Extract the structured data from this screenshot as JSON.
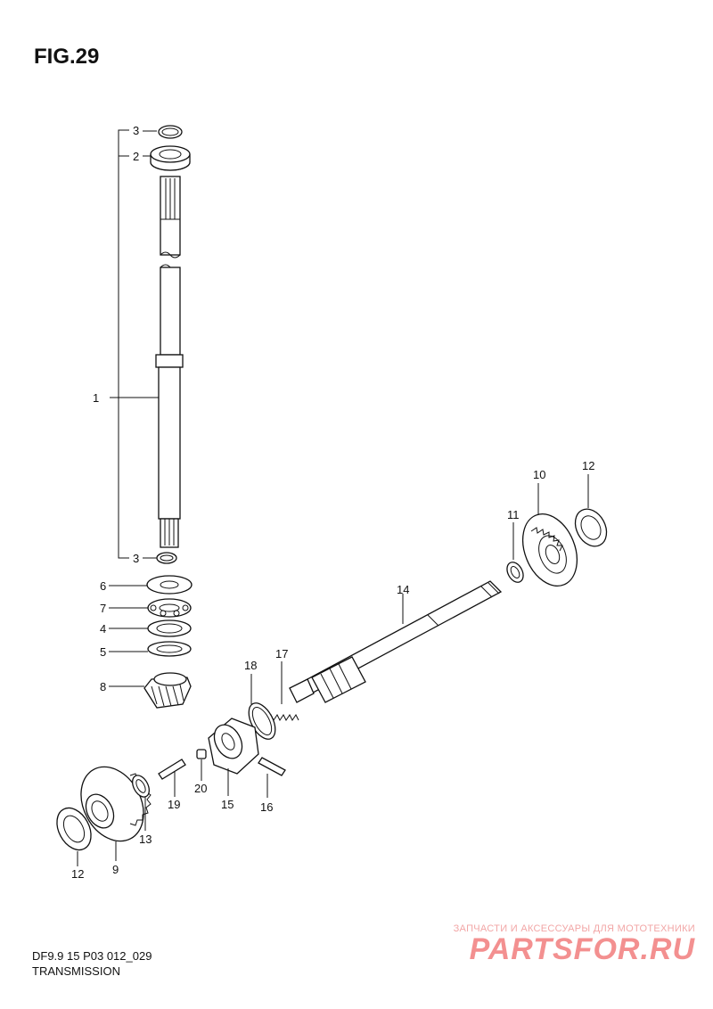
{
  "title": "FIG.29",
  "callouts": {
    "c1": "1",
    "c2": "2",
    "c3a": "3",
    "c3b": "3",
    "c4": "4",
    "c5": "5",
    "c6": "6",
    "c7": "7",
    "c8": "8",
    "c9": "9",
    "c10": "10",
    "c11": "11",
    "c12a": "12",
    "c12b": "12",
    "c13": "13",
    "c14": "14",
    "c15": "15",
    "c16": "16",
    "c17": "17",
    "c18": "18",
    "c19": "19",
    "c20": "20"
  },
  "footer": {
    "code": "DF9.9 15 P03 012_029",
    "section": "TRANSMISSION"
  },
  "watermark": {
    "tagline": "ЗАПЧАСТИ И АКСЕССУАРЫ ДЛЯ МОТОТЕХНИКИ",
    "brand": "PARTSFOR.RU"
  }
}
